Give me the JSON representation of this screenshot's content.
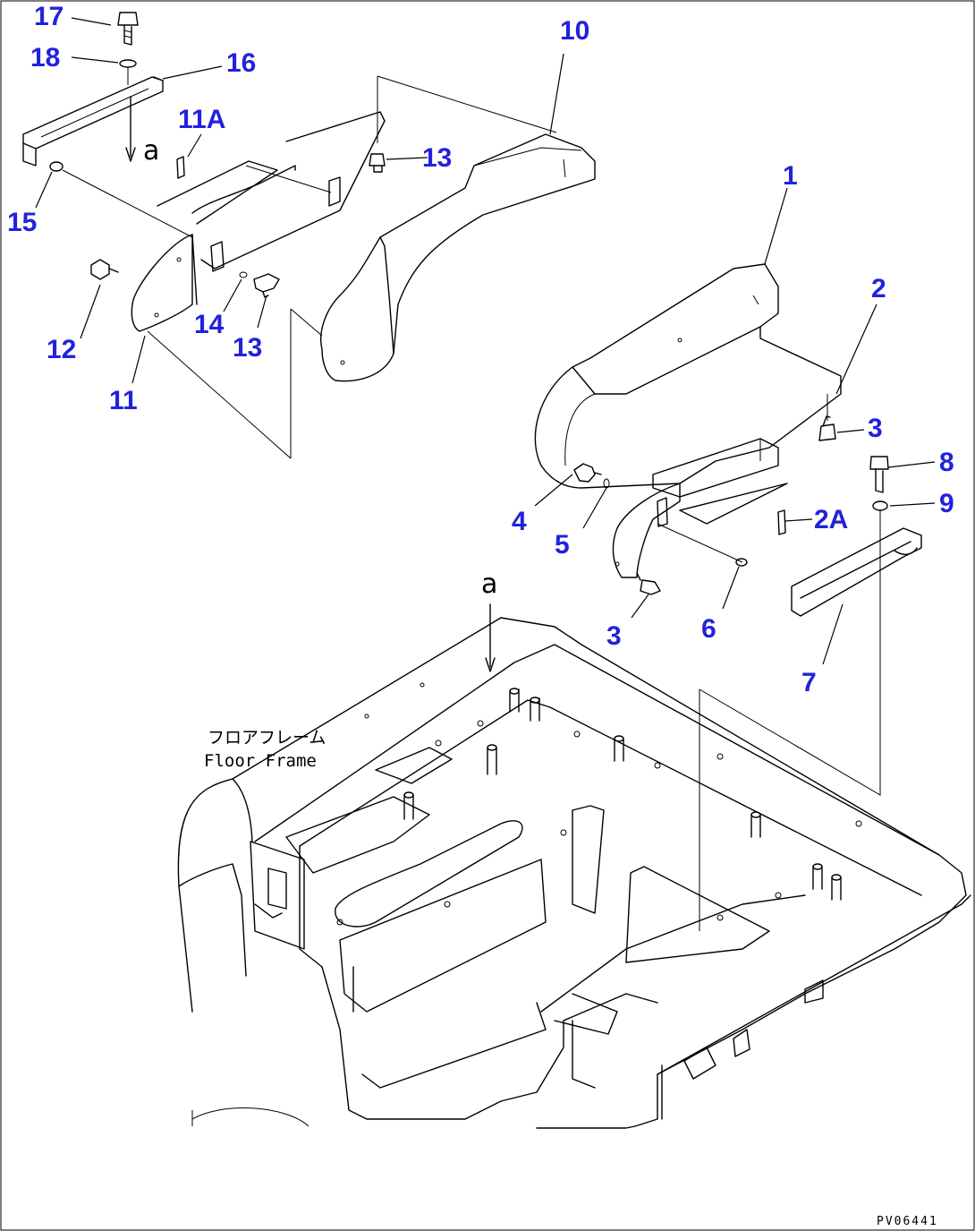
{
  "drawing": {
    "document_code": "PV06441",
    "floor_frame_label_jp": "フロアフレーム",
    "floor_frame_label_en": "Floor Frame",
    "view_marker": "a"
  },
  "callouts": [
    {
      "id": "c1",
      "label": "1"
    },
    {
      "id": "c2",
      "label": "2"
    },
    {
      "id": "c2a",
      "label": "2A"
    },
    {
      "id": "c3a",
      "label": "3"
    },
    {
      "id": "c3b",
      "label": "3"
    },
    {
      "id": "c4",
      "label": "4"
    },
    {
      "id": "c5",
      "label": "5"
    },
    {
      "id": "c6",
      "label": "6"
    },
    {
      "id": "c7",
      "label": "7"
    },
    {
      "id": "c8",
      "label": "8"
    },
    {
      "id": "c9",
      "label": "9"
    },
    {
      "id": "c10",
      "label": "10"
    },
    {
      "id": "c11",
      "label": "11"
    },
    {
      "id": "c11a",
      "label": "11A"
    },
    {
      "id": "c12",
      "label": "12"
    },
    {
      "id": "c13a",
      "label": "13"
    },
    {
      "id": "c13b",
      "label": "13"
    },
    {
      "id": "c14",
      "label": "14"
    },
    {
      "id": "c15",
      "label": "15"
    },
    {
      "id": "c16",
      "label": "16"
    },
    {
      "id": "c17",
      "label": "17"
    },
    {
      "id": "c18",
      "label": "18"
    }
  ],
  "colors": {
    "callout": "#2222dd",
    "line": "#000000",
    "background": "#ffffff"
  }
}
